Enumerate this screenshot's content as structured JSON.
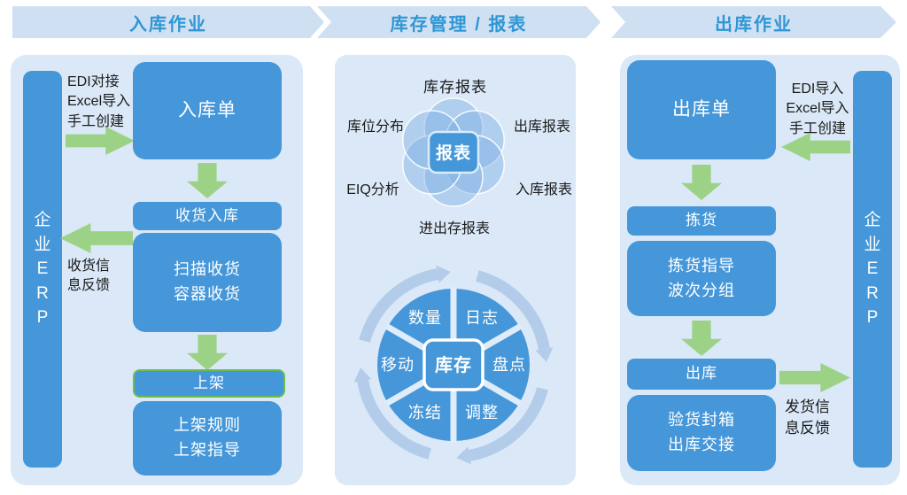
{
  "banner": {
    "inbound": "入库作业",
    "inventory": "库存管理 / 报表",
    "outbound": "出库作业"
  },
  "inbound": {
    "erp_bar": "企\n业\nE\nR\nP",
    "source_note": "EDI对接\nExcel导入\n手工创建",
    "feedback_note": "收货信\n息反馈",
    "boxes": {
      "order": "入库单",
      "receive": "收货入库",
      "scan": "扫描收货\n容器收货",
      "putaway": "上架",
      "putaway_rules": "上架规则\n上架指导"
    }
  },
  "inventory_center": {
    "reports": {
      "title": "库存报表",
      "center": "报表",
      "left_top": "库位分布",
      "right_top": "出库报表",
      "left_bottom": "EIQ分析",
      "right_bottom": "入库报表",
      "bottom": "进出存报表"
    },
    "cycle": {
      "center": "库存",
      "sectors": [
        "数量",
        "日志",
        "移动",
        "盘点",
        "冻结",
        "调整"
      ]
    }
  },
  "outbound": {
    "erp_bar": "企\n业\nE\nR\nP",
    "source_note": "EDI导入\nExcel导入\n手工创建",
    "feedback_note": "发货信\n息反馈",
    "boxes": {
      "order": "出库单",
      "pick": "拣货",
      "pick_guide": "拣货指导\n波次分组",
      "ship": "出库",
      "check": "验货封箱\n出库交接"
    }
  },
  "colors": {
    "box_blue": "#4697d9",
    "panel_bg": "#dae8f7",
    "banner_bg": "#cfe0f2",
    "banner_text": "#2e96d5",
    "arrow_green": "#9cd285",
    "highlight_border": "#66bf4e",
    "ring_blue": "#b2cce9"
  }
}
